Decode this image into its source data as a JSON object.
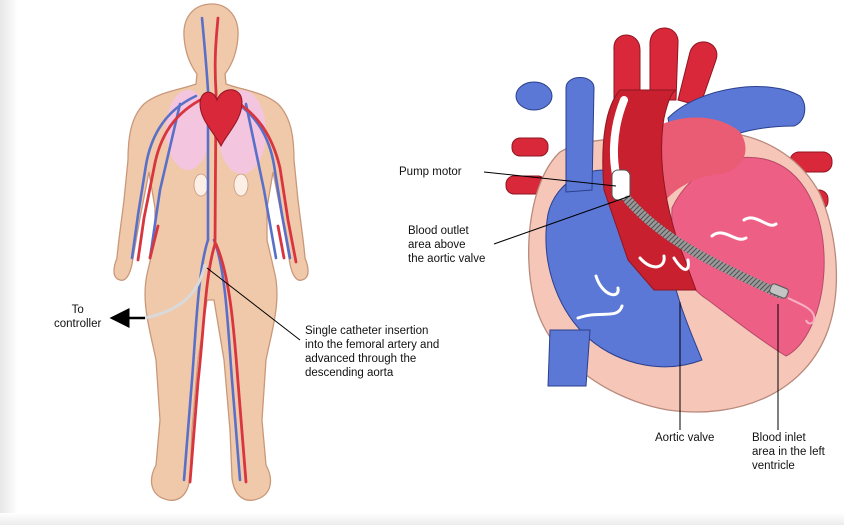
{
  "labels": {
    "controller": "To\ncontroller",
    "insertion": "Single catheter insertion\ninto the femoral artery and\nadvanced through the\ndescending aorta",
    "pump_motor": "Pump motor",
    "blood_outlet": "Blood outlet\narea above\nthe aortic valve",
    "aortic_valve": "Aortic valve",
    "blood_inlet": "Blood inlet\narea in the left\nventricle"
  },
  "colors": {
    "skin": "#f0c9aa",
    "skin_outline": "#c9987a",
    "artery": "#d9353f",
    "vein": "#5a70c8",
    "lung": "#f3c5df",
    "heart_red": "#d8283a",
    "heart_blue": "#5b78d6",
    "ventricle_pink": "#ee5f86",
    "tissue": "#f6c7b8"
  }
}
